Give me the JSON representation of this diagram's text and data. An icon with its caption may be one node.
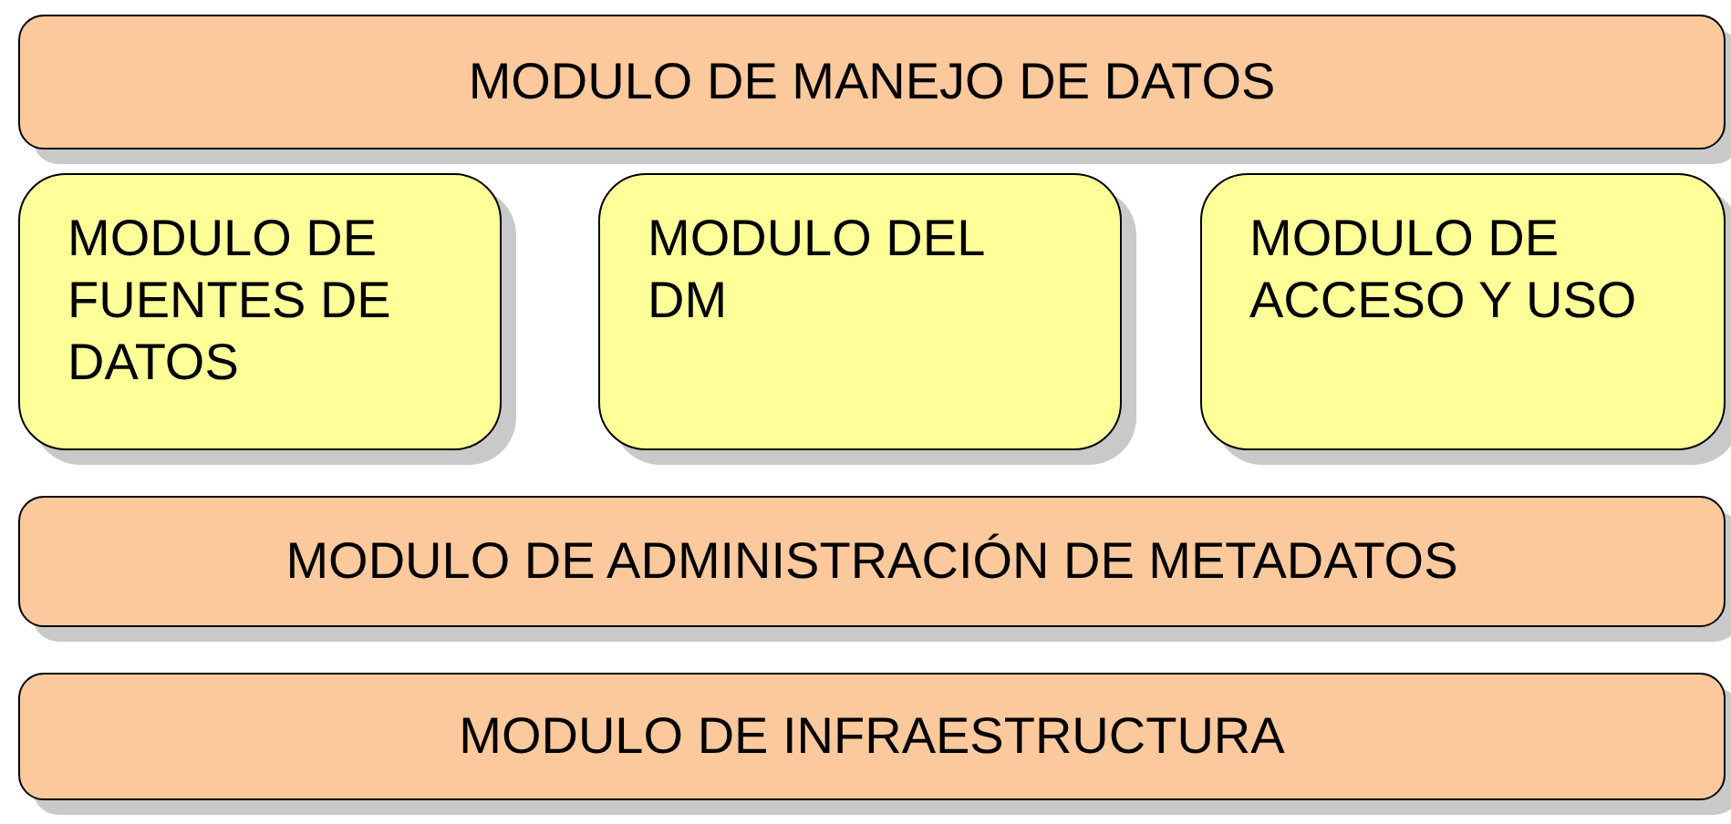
{
  "diagram": {
    "nodes": [
      {
        "text": [
          "MODULO DE MANEJO DE DATOS"
        ]
      },
      {
        "text": [
          "MODULO DE FUENTES DE DATOS"
        ]
      },
      {
        "text": [
          "MODULO DEL DM"
        ]
      },
      {
        "text": [
          "MODULO DE ACCESO Y USO"
        ]
      },
      {
        "text": [
          "MODULO DE ADMINISTRACIÓN DE METADATOS"
        ]
      },
      {
        "text": [
          "MODULO DE INFRAESTRUCTURA"
        ]
      }
    ]
  }
}
